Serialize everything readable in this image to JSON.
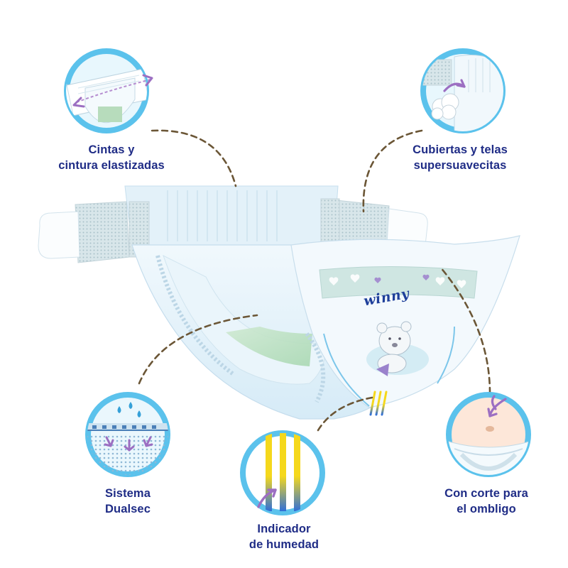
{
  "features": {
    "cintas": {
      "line1": "Cintas y",
      "line2": "cintura elastizadas",
      "icon": "elastic-tape-icon"
    },
    "cubiertas": {
      "line1": "Cubiertas y telas",
      "line2": "supersuavecitas",
      "icon": "soft-fabric-icon"
    },
    "dualsec": {
      "line1": "Sistema",
      "line2": "Dualsec",
      "icon": "dualsec-layer-icon"
    },
    "indicador": {
      "line1": "Indicador",
      "line2": "de humedad",
      "icon": "wetness-indicator-icon"
    },
    "corte": {
      "line1": "Con corte para",
      "line2": "el ombligo",
      "icon": "navel-cut-icon"
    }
  },
  "product": {
    "brand": "winny",
    "mascot": "teddy-bear-icon"
  },
  "colors": {
    "label_text": "#1f2c86",
    "badge_ring": "#5bc2ec",
    "badge_fill": "#e6f6fd",
    "connector": "#6b5636",
    "arrow": "#a67cc4",
    "diaper_blue": "#dceffa"
  }
}
